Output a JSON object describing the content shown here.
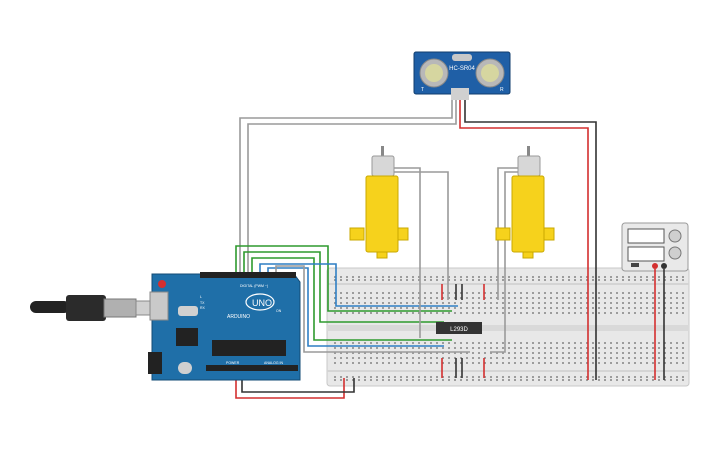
{
  "sensor": {
    "model": "HC-SR04",
    "pin_t": "T",
    "pin_r": "R"
  },
  "arduino": {
    "brand": "ARDUINO",
    "model": "UNO",
    "header_digital": "DIGITAL (PWM ~)",
    "header_power": "POWER",
    "header_analog": "ANALOG IN",
    "tx": "TX",
    "rx": "RX",
    "on": "ON",
    "l": "L"
  },
  "motor_driver": {
    "label": "L293D"
  },
  "colors": {
    "wire_red": "#d32f2f",
    "wire_black": "#333333",
    "wire_green": "#2e9a2e",
    "wire_blue": "#2f7fc4",
    "wire_gray": "#9a9a9a",
    "arduino_board": "#1f6fa8",
    "motor_body": "#f6d21c",
    "sensor_board": "#1f5fa6"
  },
  "icons": {
    "usb_cable": "usb-cable-icon",
    "reset_button": "reset-button-icon",
    "power_supply": "power-supply-icon"
  }
}
